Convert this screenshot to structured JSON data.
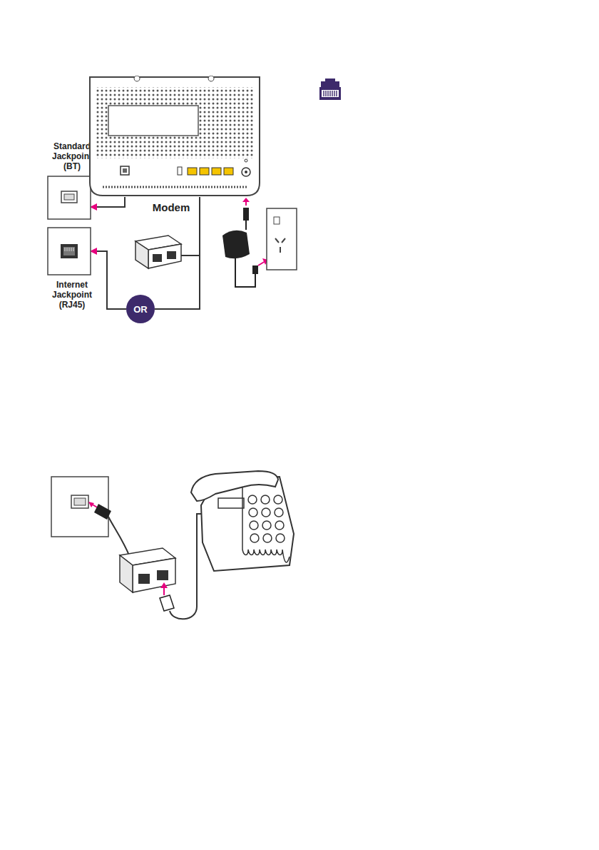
{
  "diagram": {
    "nodes": [
      {
        "text": [
          "Standard Jackpoint (BT)"
        ]
      },
      {
        "text": [
          "Modem"
        ]
      },
      {
        "text": [
          "Internet Jackpoint (RJ45)"
        ]
      },
      {
        "text": [
          "OR"
        ]
      }
    ],
    "edges": [
      {
        "from": 1,
        "to": 0,
        "arrow": "to"
      },
      {
        "from": 1,
        "to": 3,
        "arrow": "none"
      },
      {
        "from": 3,
        "to": 2,
        "arrow": "to"
      }
    ]
  }
}
